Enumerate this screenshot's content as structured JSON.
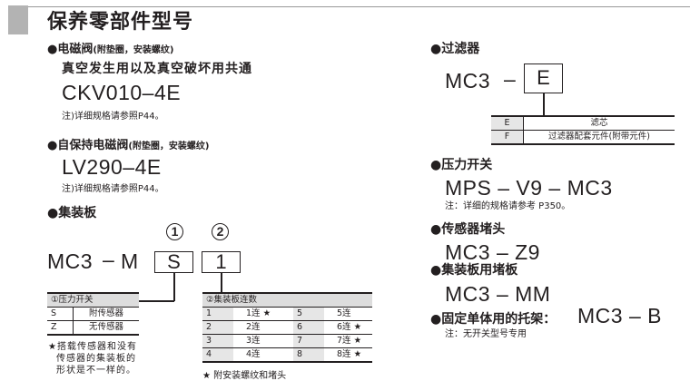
{
  "title": "保养零部件型号",
  "valve": {
    "heading": "●电磁阀",
    "heading_note": "(附垫圈，安装螺纹)",
    "subtitle": "真空发生用以及真空破坏用共通",
    "model": "CKV010–4E",
    "note": "注)详细规格请参照P44。"
  },
  "latch_valve": {
    "heading": "●自保持电磁阀",
    "heading_note": "(附垫圈，安装螺纹)",
    "model": "LV290–4E",
    "note": "注)详细规格请参照P44。"
  },
  "manifold": {
    "heading": "●集装板",
    "circle1": "1",
    "circle2": "2",
    "prefix": "MC3",
    "dash": "–",
    "m": "M",
    "box1": "S",
    "box2": "1",
    "table1": {
      "header": "①压力开关",
      "rows": [
        [
          "S",
          "附传感器"
        ],
        [
          "Z",
          "无传感器"
        ]
      ]
    },
    "note1": [
      "★搭载传感器和没有",
      "传感器的集装板的",
      "形状是不一样的。"
    ],
    "table2": {
      "header": "②集装板连数",
      "rows": [
        [
          "1",
          "1连 ★",
          "5",
          "5连"
        ],
        [
          "2",
          "2连",
          "6",
          "6连 ★"
        ],
        [
          "3",
          "3连",
          "7",
          "7连 ★"
        ],
        [
          "4",
          "4连",
          "8",
          "8连 ★"
        ]
      ]
    },
    "note2": "★ 附安装螺纹和堵头"
  },
  "filter": {
    "heading": "●过滤器",
    "prefix": "MC3",
    "dash": "–",
    "box": "E",
    "rows": [
      [
        "E",
        "滤芯"
      ],
      [
        "F",
        "过滤器配套元件(附带元件)"
      ]
    ]
  },
  "pressure_switch": {
    "heading": "●压力开关",
    "model": "MPS – V9 – MC3",
    "note": "注：详细的规格请参考 P350。"
  },
  "sensor_plug": {
    "heading": "●传感器堵头",
    "model": "MC3 – Z9"
  },
  "manifold_plate": {
    "heading": "●集装板用堵板",
    "model": "MC3 – MM"
  },
  "bracket": {
    "heading": "●固定单体用的托架：",
    "model": "MC3 – B",
    "note": "注：无开关型号专用"
  }
}
